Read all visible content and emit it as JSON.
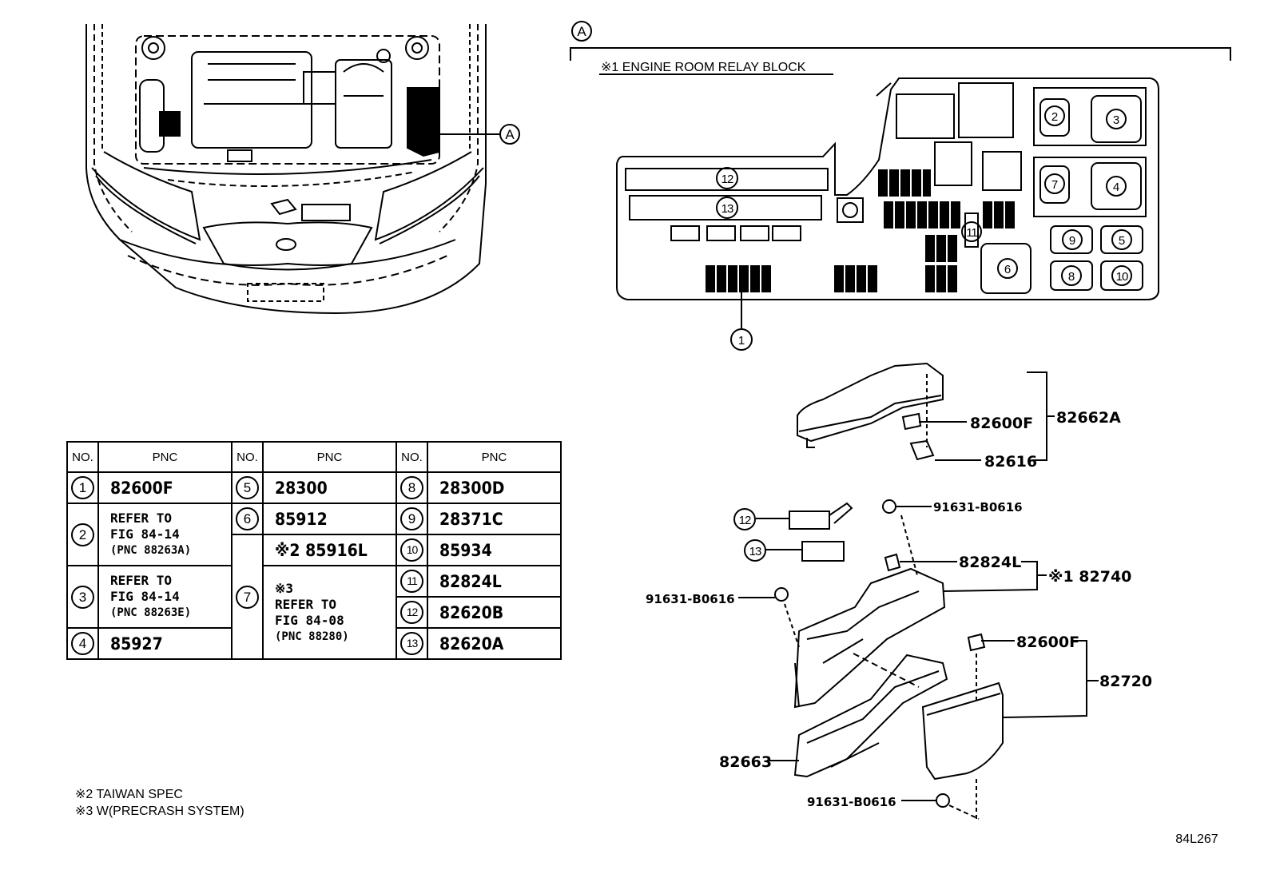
{
  "section_marker": "A",
  "relay_block_title": "※1 ENGINE ROOM RELAY BLOCK",
  "table": {
    "header": {
      "no": "NO.",
      "pnc": "PNC"
    },
    "rows": [
      {
        "no": "1",
        "pnc": "82600F"
      },
      {
        "no": "2",
        "pnc": "REFER TO",
        "pnc2": "FIG 84-14",
        "pnc3": "(PNC 88263A)"
      },
      {
        "no": "3",
        "pnc": "REFER TO",
        "pnc2": "FIG 84-14",
        "pnc3": "(PNC 88263E)"
      },
      {
        "no": "4",
        "pnc": "85927"
      },
      {
        "no": "5",
        "pnc": "28300"
      },
      {
        "no": "6",
        "pnc": "85912"
      },
      {
        "no": "7",
        "pnc": "※2 85916L",
        "pnc_b1": "※3",
        "pnc_b2": "REFER TO",
        "pnc_b3": "FIG 84-08",
        "pnc_b4": "(PNC 88280)"
      },
      {
        "no": "8",
        "pnc": "28300D"
      },
      {
        "no": "9",
        "pnc": "28371C"
      },
      {
        "no": "10",
        "pnc": "85934"
      },
      {
        "no": "11",
        "pnc": "82824L"
      },
      {
        "no": "12",
        "pnc": "82620B"
      },
      {
        "no": "13",
        "pnc": "82620A"
      }
    ]
  },
  "notes": [
    "※2 TAIWAN SPEC",
    "※3 W(PRECRASH SYSTEM)"
  ],
  "callouts": {
    "top_cover": "82662A",
    "fuse_a": "82600F",
    "clip": "82616",
    "bolt_1": "91631-B0616",
    "fuse_12": "12",
    "fuse_13": "13",
    "holder": "82824L",
    "block": "※1 82740",
    "bolt_2": "91631-B0616",
    "fuse_b": "82600F",
    "lower_box": "82720",
    "bracket": "82663",
    "bolt_3": "91631-B0616"
  },
  "relay_positions": [
    "1",
    "2",
    "3",
    "4",
    "5",
    "6",
    "7",
    "8",
    "9",
    "10",
    "11",
    "12",
    "13"
  ],
  "figure_code": "84L267"
}
